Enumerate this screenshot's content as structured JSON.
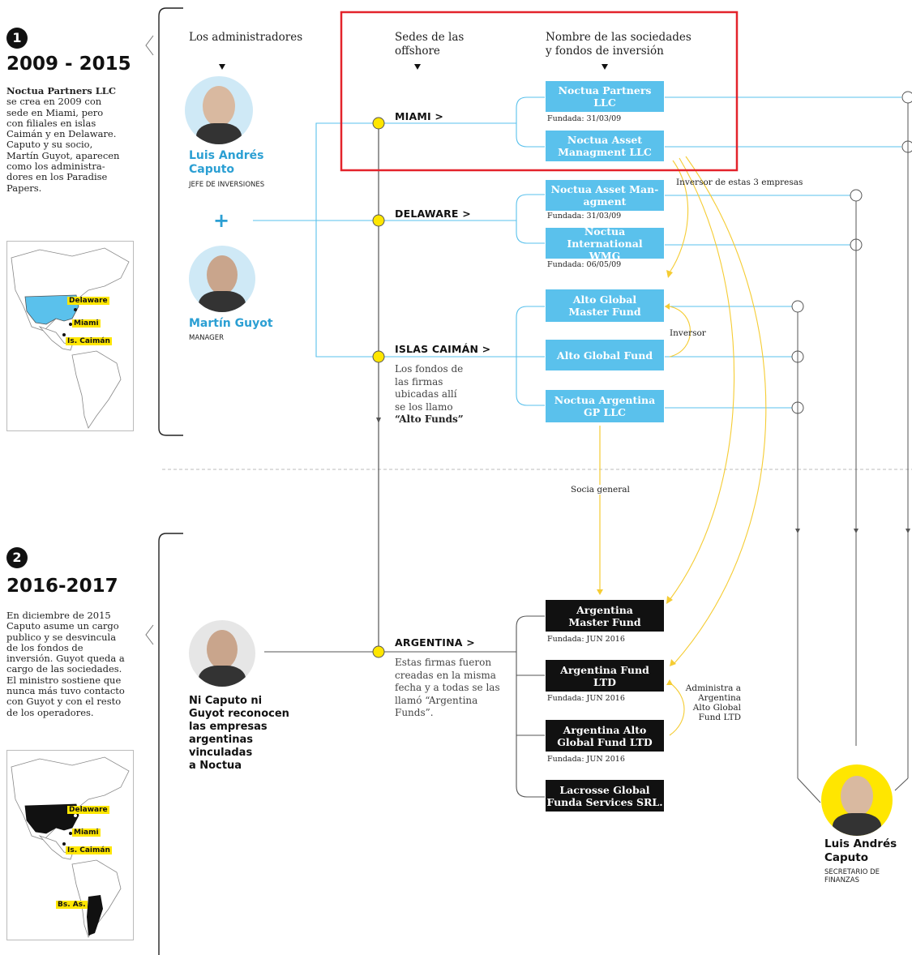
{
  "section1": {
    "number": "1",
    "years": "2009 - 2015",
    "company": "Noctua Partners LLC",
    "text_lines": [
      "se crea en 2009 con",
      "sede en Miami, pero",
      "con filiales en islas",
      "Caimán y en Delaware.",
      "Caputo y su socio,",
      "Martín Guyot, aparecen",
      "como los administra-",
      "dores en los Paradise",
      "Papers."
    ]
  },
  "section2": {
    "number": "2",
    "years": "2016-2017",
    "text_lines": [
      "En diciembre de 2015",
      "Caputo asume un cargo",
      "publico y se desvincula",
      "de los fondos de",
      "inversión. Guyot queda a",
      "cargo de las sociedades.",
      "El ministro sostiene que",
      "nunca más tuvo contacto",
      "con Guyot y con el resto",
      "de los operadores."
    ]
  },
  "map_labels": {
    "delaware": "Delaware",
    "miami": "Miami",
    "caiman": "Is. Caimán",
    "bsas": "Bs. As."
  },
  "headers": {
    "admins": "Los administradores",
    "offshore_line1": "Sedes de las",
    "offshore_line2": "offshore",
    "names_line1": "Nombre de las sociedades",
    "names_line2": "y fondos de inversión"
  },
  "people": {
    "caputo_name_line1": "Luis Andrés",
    "caputo_name_line2": "Caputo",
    "caputo_role": "JEFE DE INVERSIONES",
    "guyot_name": "Martín Guyot",
    "guyot_role": "MANAGER",
    "plus": "+",
    "caputo2_name_line1": "Luis Andrés",
    "caputo2_name_line2": "Caputo",
    "caputo2_role_line1": "SECRETARIO DE",
    "caputo2_role_line2": "FINANZAS"
  },
  "cities": {
    "miami": "MIAMI >",
    "delaware": "DELAWARE >",
    "caiman": "ISLAS CAIMÁN >",
    "argentina": "ARGENTINA >"
  },
  "notes": {
    "alto_funds": [
      "Los fondos de",
      "las firmas",
      "ubicadas allí",
      "se los llamo",
      "“Alto Funds”"
    ],
    "argentina_funds": [
      "Estas firmas fueron",
      "creadas en la misma",
      "fecha y a todas se las",
      "llamó “Argentina",
      "Funds”."
    ],
    "ni_caputo": [
      "Ni Caputo ni",
      "Guyot reconocen",
      "las empresas",
      "argentinas",
      "vinculadas",
      "a Noctua"
    ]
  },
  "companies": {
    "noctua_partners": [
      "Noctua Partners",
      "LLC"
    ],
    "noctua_partners_founded": "Fundada: 31/03/09",
    "noctua_asset_mgmt": [
      "Noctua Asset",
      "Managment LLC"
    ],
    "noctua_asset_man": [
      "Noctua Asset Man-",
      "agment"
    ],
    "noctua_asset_man_founded": "Fundada: 31/03/09",
    "noctua_intl": [
      "Noctua International",
      "WMG"
    ],
    "noctua_intl_founded": "Fundada: 06/05/09",
    "alto_master": [
      "Alto Global",
      "Master Fund"
    ],
    "alto_global": [
      "Alto Global Fund"
    ],
    "noctua_argentina": [
      "Noctua Argentina",
      "GP LLC"
    ],
    "arg_master": [
      "Argentina",
      "Master Fund"
    ],
    "arg_master_founded": "Fundada: JUN 2016",
    "arg_fund": [
      "Argentina Fund",
      "LTD"
    ],
    "arg_fund_founded": "Fundada: JUN 2016",
    "arg_alto": [
      "Argentina Alto",
      "Global Fund LTD"
    ],
    "arg_alto_founded": "Fundada: JUN 2016",
    "lacrosse": [
      "Lacrosse Global",
      "Funda Services SRL."
    ]
  },
  "annotations": {
    "inversor_3": "Inversor de estas 3 empresas",
    "inversor": "Inversor",
    "socia_general": "Socia general",
    "administra": [
      "Administra a",
      "Argentina",
      "Alto Global",
      "Fund LTD"
    ]
  },
  "colors": {
    "blue_box": "#5ac1ec",
    "dark_box": "#111111",
    "connector_blue": "#5ac1ec",
    "highlight_red": "#e3232b",
    "yellow": "#ffe600",
    "accent_name": "#2b9fd3"
  }
}
